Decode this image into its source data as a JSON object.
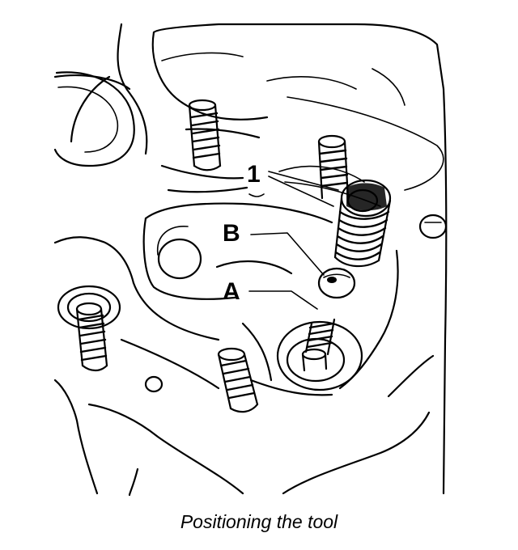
{
  "labels": {
    "part_1": "1",
    "part_b": "B",
    "part_a": "A"
  },
  "caption": "Positioning the tool"
}
